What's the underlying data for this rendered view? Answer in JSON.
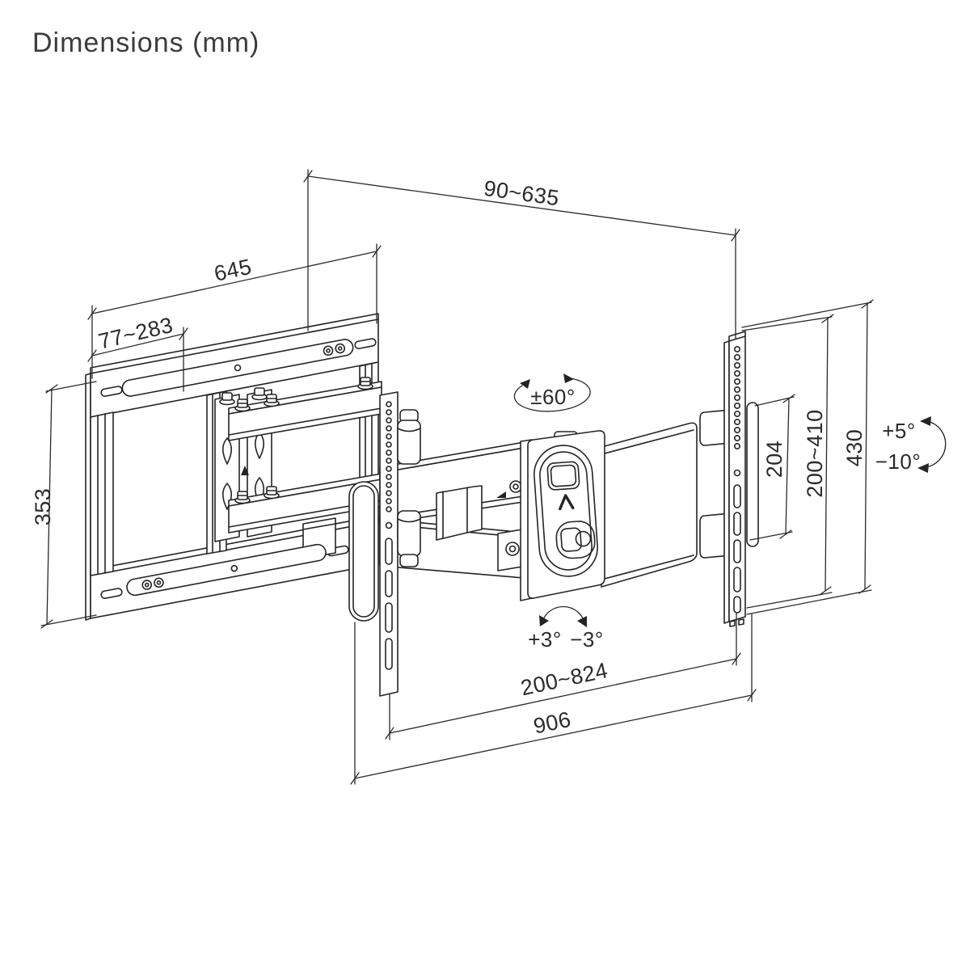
{
  "page": {
    "title": "Dimensions (mm)",
    "units": "mm",
    "background": "#ffffff",
    "ink_color": "#242424",
    "subject": "full-motion TV wall mount dimension drawing"
  },
  "labels": {
    "extension_depth": "90~635",
    "wallplate_width": "645",
    "offset_range": "77~283",
    "wallplate_height": "353",
    "swivel_angle": "±60°",
    "adapter_height": "204",
    "vesa_vertical_range": "200~410",
    "bracket_height": "430",
    "tilt_up": "+5°",
    "tilt_down": "−10°",
    "level_plus": "+3°",
    "level_minus": "−3°",
    "vesa_horizontal_range": "200~824",
    "bracket_width": "906"
  }
}
